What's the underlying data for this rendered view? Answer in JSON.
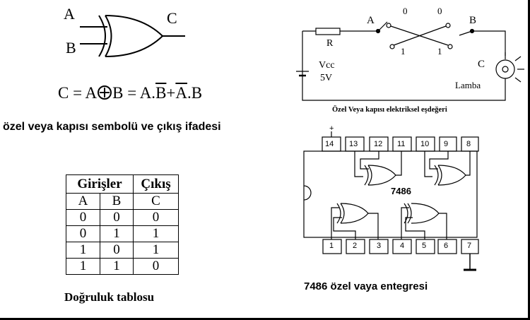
{
  "symbol": {
    "input_a": "A",
    "input_b": "B",
    "output_c": "C",
    "expr_lhs": "C = A",
    "expr_b": "B = A.",
    "expr_bbar": "B",
    "expr_plus": "+",
    "expr_abar": "A",
    "expr_end": ".B",
    "caption": "özel veya kapısı sembolü ve çıkış ifadesi"
  },
  "truth_table": {
    "header_inputs": "Girişler",
    "header_output": "Çıkış",
    "columns": [
      "A",
      "B",
      "C"
    ],
    "rows": [
      [
        "0",
        "0",
        "0"
      ],
      [
        "0",
        "1",
        "1"
      ],
      [
        "1",
        "0",
        "1"
      ],
      [
        "1",
        "1",
        "0"
      ]
    ],
    "caption": "Doğruluk tablosu"
  },
  "circuit": {
    "resistor": "R",
    "switch_a": "A",
    "switch_b": "B",
    "zero_left": "0",
    "zero_right": "0",
    "one_left": "1",
    "one_right": "1",
    "supply": "Vcc",
    "voltage": "5V",
    "lamp_node": "C",
    "lamp": "Lamba",
    "caption": "Özel Veya kapısı elektriksel eşdeğeri"
  },
  "ic": {
    "top_pins": [
      "14",
      "13",
      "12",
      "11",
      "10",
      "9",
      "8"
    ],
    "bottom_pins": [
      "1",
      "2",
      "3",
      "4",
      "5",
      "6",
      "7"
    ],
    "part_number": "7486",
    "plus_mark": "+",
    "caption": "7486 özel vaya entegresi"
  }
}
